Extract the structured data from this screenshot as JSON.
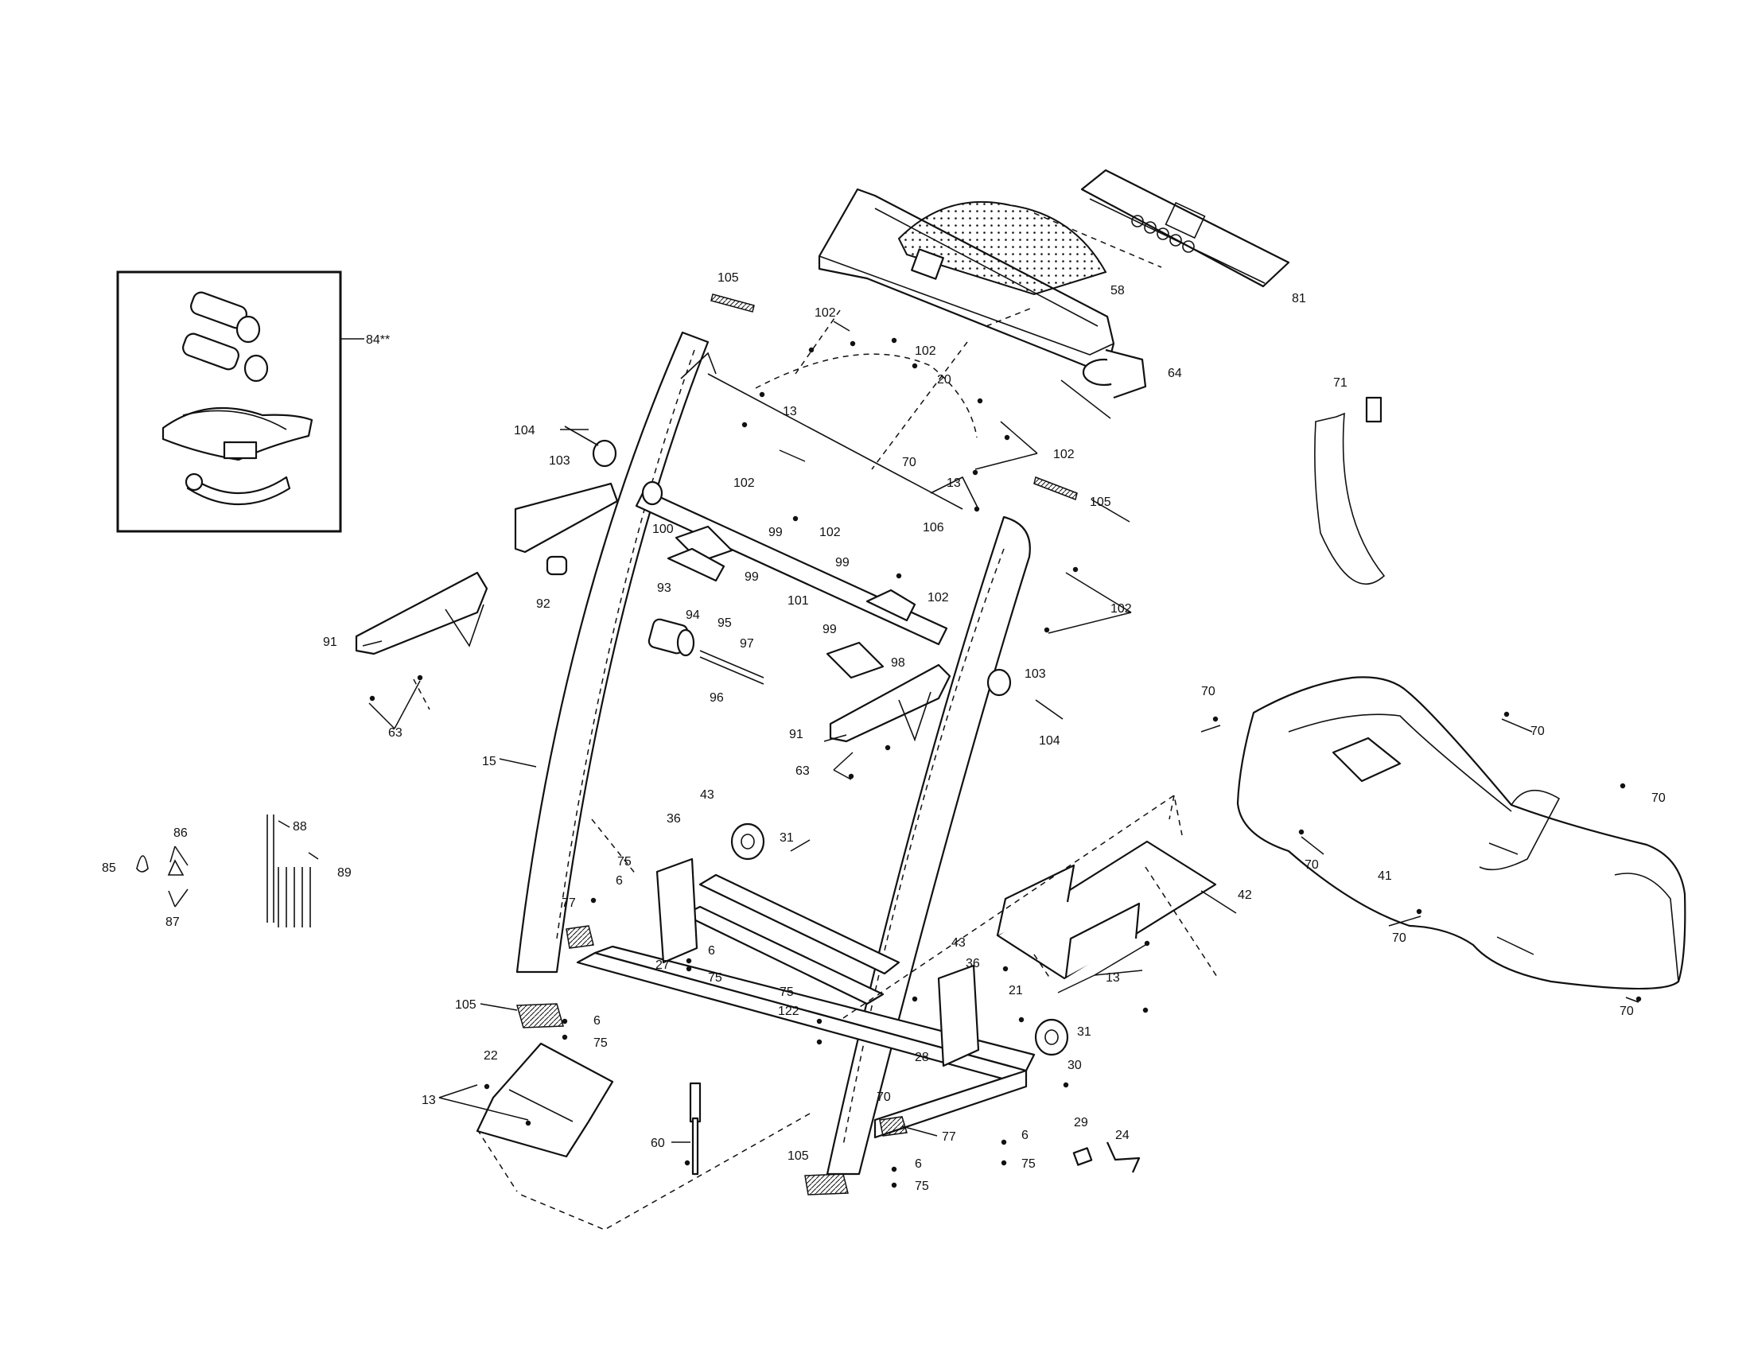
{
  "labels": {
    "l105a": "105",
    "l102a": "102",
    "l102b": "102",
    "l58": "58",
    "l81": "81",
    "l64": "64",
    "l20": "20",
    "l13a": "13",
    "l102c": "102",
    "l84": "84**",
    "l104a": "104",
    "l103a": "103",
    "l70a": "70",
    "l13b": "13",
    "l102d": "102",
    "l105b": "105",
    "l102e": "102",
    "l99a": "99",
    "l102f": "102",
    "l106": "106",
    "l100": "100",
    "l99b": "99",
    "l71": "71",
    "l99c": "99",
    "l101": "101",
    "l102g": "102",
    "l102h": "102",
    "l92": "92",
    "l93": "93",
    "l94": "94",
    "l95": "95",
    "l99d": "99",
    "l98": "98",
    "l91a": "91",
    "l97": "97",
    "l96": "96",
    "l103b": "103",
    "l63a": "63",
    "l104b": "104",
    "l91b": "91",
    "l63b": "63",
    "l15": "15",
    "l70b": "70",
    "l70c": "70",
    "l70d": "70",
    "l41": "41",
    "l70e": "70",
    "l70f": "70",
    "l70g": "70",
    "l43a": "43",
    "l36a": "36",
    "l31a": "31",
    "l88": "88",
    "l86": "86",
    "l75a": "75",
    "l85": "85",
    "l6a": "6",
    "l89": "89",
    "l87": "87",
    "l77a": "77",
    "l42": "42",
    "l6b": "6",
    "l27": "27",
    "l75b": "75",
    "l43b": "43",
    "l36b": "36",
    "l13c": "13",
    "l75c": "75",
    "l21": "21",
    "l105c": "105",
    "l6c": "6",
    "l122": "122",
    "l75d": "75",
    "l31b": "31",
    "l28": "28",
    "l22": "22",
    "l70h": "70",
    "l30": "30",
    "l13d": "13",
    "l29": "29",
    "l24": "24",
    "l60": "60",
    "l77b": "77",
    "l6d": "6",
    "l75e": "75",
    "l105d": "105",
    "l6e": "6",
    "l75f": "75"
  }
}
